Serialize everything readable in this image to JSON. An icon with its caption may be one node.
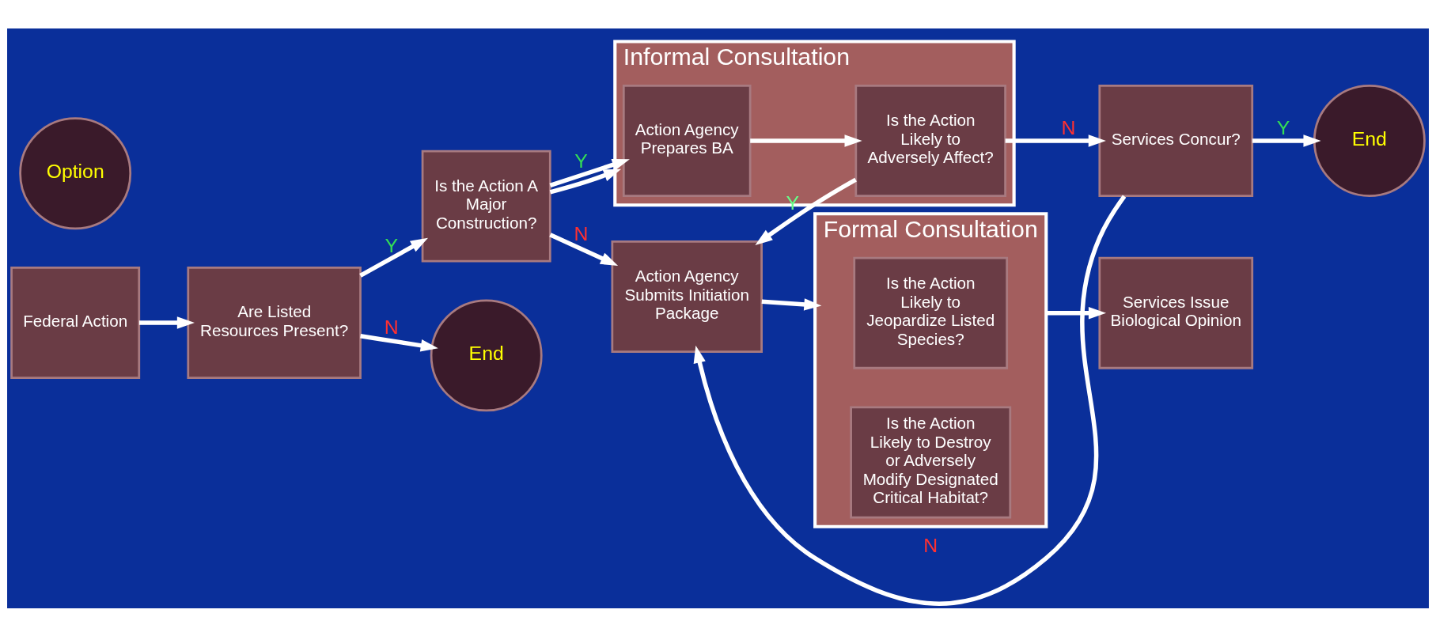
{
  "diagram": {
    "nodes": [
      {
        "text": [
          "Federal Action"
        ]
      },
      {
        "text": [
          "Are Listed Resources Present?"
        ]
      },
      {
        "text": [
          "Is the Action A Major Construction?"
        ]
      },
      {
        "text": [
          "Action Agency Submits Initiation Package"
        ]
      },
      {
        "text": [
          "Formal Consultation"
        ]
      },
      {
        "text": [
          "Is the Action Likely to Jeopardize Listed Species?"
        ],
        "in": 4
      },
      {
        "text": [
          "Is the Action Likely to Destroy or Adversely Modify Designated Critical Habitat?"
        ],
        "in": 4
      },
      {
        "text": [
          "Services Issue Biological Opinion"
        ]
      },
      {
        "text": [
          "End"
        ]
      },
      {
        "text": [
          "Option"
        ]
      },
      {
        "text": [
          "Informal Consultation"
        ]
      },
      {
        "text": [
          "Action Agency Prepares BA"
        ],
        "in": 10
      },
      {
        "text": [
          "Is the Action Likely to Adversely Affect?"
        ],
        "in": 10
      },
      {
        "text": [
          "Services Concur?"
        ]
      },
      {
        "text": [
          "End"
        ]
      }
    ],
    "edges": [
      {
        "from": 0,
        "to": 1,
        "arrow": "to"
      },
      {
        "from": 1,
        "to": 2,
        "arrow": "to",
        "label": "Y"
      },
      {
        "from": 2,
        "to": 3,
        "arrow": "to",
        "label": "N"
      },
      {
        "from": 1,
        "to": 8,
        "arrow": "to",
        "label": "N"
      },
      {
        "from": 2,
        "to": 11,
        "arrow": "to",
        "label": "Y"
      },
      {
        "from": 2,
        "to": 10,
        "arrow": "to"
      },
      {
        "from": 3,
        "to": 4,
        "arrow": "to"
      },
      {
        "from": 4,
        "to": 7,
        "arrow": "to"
      },
      {
        "from": 11,
        "to": 12,
        "arrow": "to"
      },
      {
        "from": 12,
        "to": 3,
        "arrow": "to",
        "label": "Y"
      },
      {
        "from": 12,
        "to": 13,
        "arrow": "to",
        "label": "N"
      },
      {
        "from": 13,
        "to": 3,
        "arrow": "to",
        "label": "N"
      },
      {
        "from": 13,
        "to": 14,
        "arrow": "to",
        "label": "Y"
      }
    ]
  }
}
